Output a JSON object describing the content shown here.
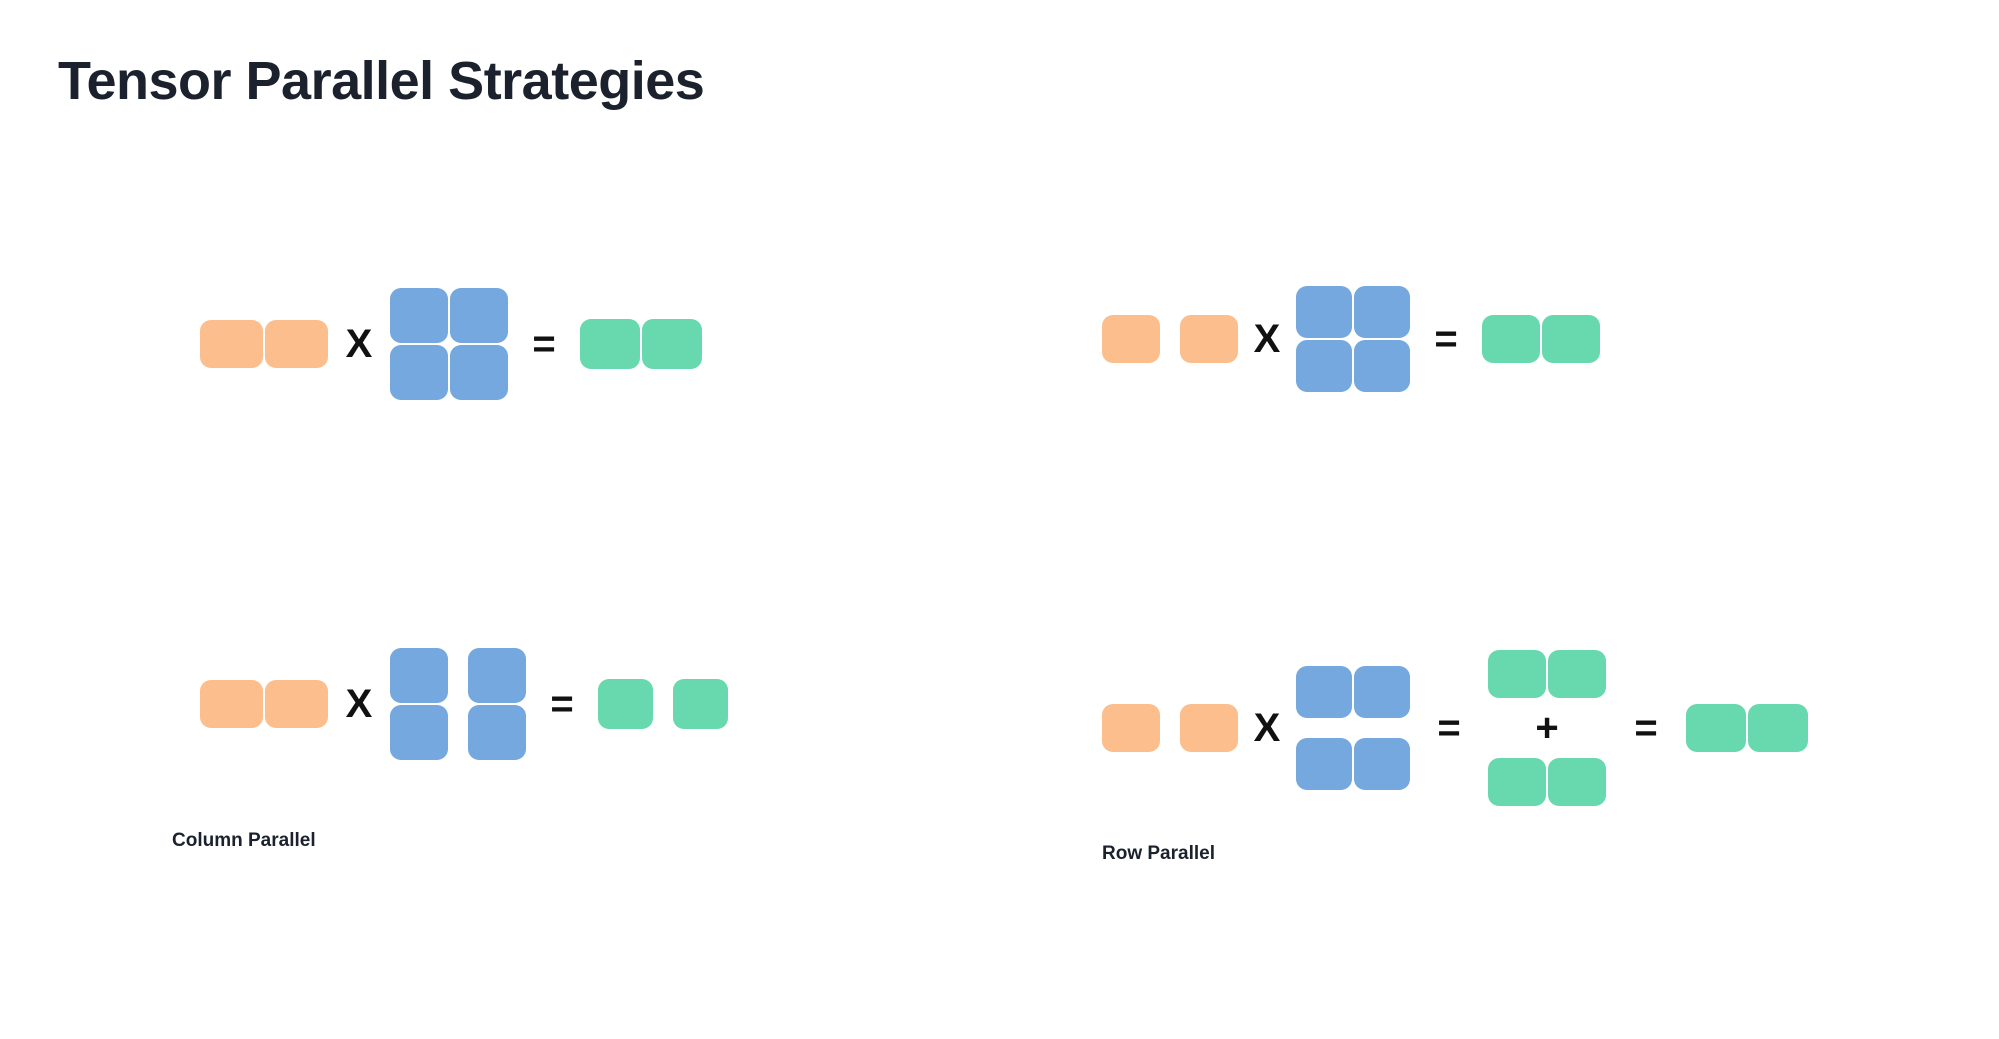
{
  "page": {
    "title": "Tensor Parallel Strategies",
    "background": "#FFFFFF"
  },
  "colors": {
    "input_orange": "#FBBE8C",
    "weight_blue": "#74A8DF",
    "output_green": "#68D8AE",
    "text_dark": "#1B222D",
    "operator_black": "#111111"
  },
  "operators": {
    "multiply": "X",
    "equals": "=",
    "plus": "+"
  },
  "labels": {
    "column_parallel": "Column Parallel",
    "row_parallel": "Row Parallel"
  },
  "diagram": {
    "type": "tensor-parallel-matrix-multiplication",
    "panels": [
      {
        "id": "column-parallel-reference",
        "strategy": "Column Parallel",
        "variant": "reference",
        "equation": "X  x  W  =  Y",
        "terms": [
          {
            "role": "input",
            "color": "#FBBE8C",
            "rows": 1,
            "cols": 2,
            "shard_axis": "none"
          },
          {
            "role": "operator",
            "symbol": "X"
          },
          {
            "role": "weight",
            "color": "#74A8DF",
            "rows": 2,
            "cols": 2,
            "shard_axis": "none"
          },
          {
            "role": "operator",
            "symbol": "="
          },
          {
            "role": "output",
            "color": "#68D8AE",
            "rows": 1,
            "cols": 2,
            "shard_axis": "none"
          }
        ]
      },
      {
        "id": "row-parallel-reference",
        "strategy": "Row Parallel",
        "variant": "reference",
        "equation": "X  x  W  =  Y",
        "terms": [
          {
            "role": "input",
            "color": "#FBBE8C",
            "rows": 1,
            "cols": 2,
            "shard_axis": "none"
          },
          {
            "role": "operator",
            "symbol": "X"
          },
          {
            "role": "weight",
            "color": "#74A8DF",
            "rows": 2,
            "cols": 2,
            "shard_axis": "none"
          },
          {
            "role": "operator",
            "symbol": "="
          },
          {
            "role": "output",
            "color": "#68D8AE",
            "rows": 1,
            "cols": 2,
            "shard_axis": "none"
          }
        ]
      },
      {
        "id": "column-parallel-sharded",
        "strategy": "Column Parallel",
        "variant": "sharded",
        "equation": "X  x  W_cols  =  Y_cols",
        "terms": [
          {
            "role": "input",
            "color": "#FBBE8C",
            "rows": 1,
            "cols": 2,
            "shard_axis": "none"
          },
          {
            "role": "operator",
            "symbol": "X"
          },
          {
            "role": "weight",
            "color": "#74A8DF",
            "rows": 2,
            "cols": 2,
            "shard_axis": "columns"
          },
          {
            "role": "operator",
            "symbol": "="
          },
          {
            "role": "output",
            "color": "#68D8AE",
            "rows": 1,
            "cols": 2,
            "shard_axis": "columns"
          }
        ]
      },
      {
        "id": "row-parallel-sharded",
        "strategy": "Row Parallel",
        "variant": "sharded",
        "equation": "X_shards  x  W_rows  =  partial_0 + partial_1  =  Y",
        "terms": [
          {
            "role": "input",
            "color": "#FBBE8C",
            "rows": 1,
            "cols": 2,
            "shard_axis": "columns"
          },
          {
            "role": "operator",
            "symbol": "X"
          },
          {
            "role": "weight",
            "color": "#74A8DF",
            "rows": 2,
            "cols": 2,
            "shard_axis": "rows"
          },
          {
            "role": "operator",
            "symbol": "="
          },
          {
            "role": "partial-sum",
            "color": "#68D8AE",
            "parts": 2,
            "rows": 1,
            "cols": 2,
            "joined_by": "+"
          },
          {
            "role": "operator",
            "symbol": "="
          },
          {
            "role": "output",
            "color": "#68D8AE",
            "rows": 1,
            "cols": 2,
            "shard_axis": "none"
          }
        ]
      }
    ]
  }
}
